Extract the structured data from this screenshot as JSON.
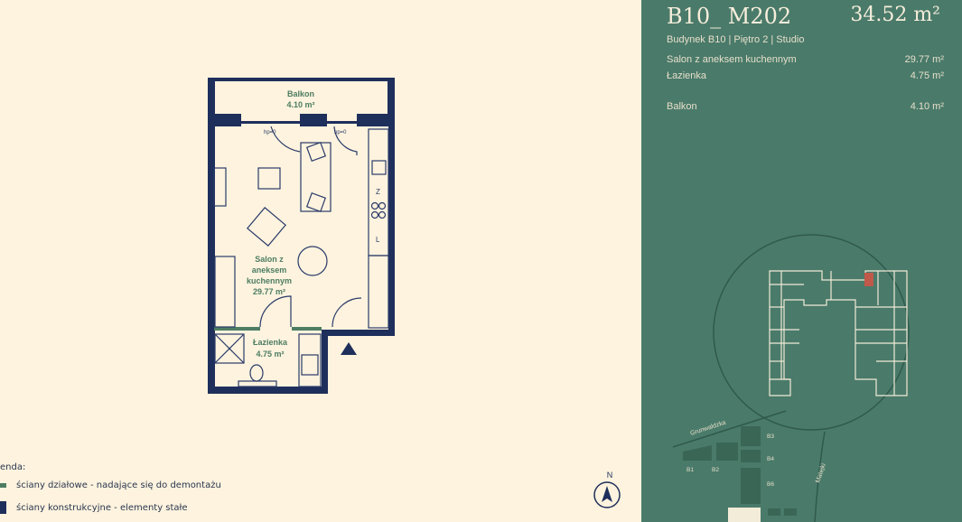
{
  "plan": {
    "rooms": [
      {
        "name": "Balkon",
        "area": "4.10 m²"
      },
      {
        "name": "Salon z",
        "name2": "aneksem",
        "name3": "kuchennym",
        "area": "29.77 m²"
      },
      {
        "name": "Łazienka",
        "area": "4.75 m²"
      }
    ],
    "hp_left": "hp=0",
    "hp_right": "hp=0",
    "compass": "N",
    "appliance_fridge": "Z",
    "appliance_dishwasher": "L"
  },
  "legend": {
    "title": "enda:",
    "items": [
      {
        "label": "ściany działowe - nadające się do demontażu",
        "color": "#4d7d63"
      },
      {
        "label": "ściany konstrukcyjne - elementy stałe",
        "color": "#1f2f5c"
      }
    ]
  },
  "info": {
    "code": "B10_ M202",
    "total_area": "34.52 m²",
    "subtitle": "Budynek B10 | Piętro 2 | Studio",
    "rooms": [
      {
        "name": "Salon z aneksem kuchennym",
        "area": "29.77 m²"
      },
      {
        "name": "Łazienka",
        "area": "4.75 m²"
      },
      {
        "name": "Balkon",
        "area": "4.10 m²"
      }
    ],
    "highlight_color": "#c0594a"
  },
  "site": {
    "streets": [
      "Grunwaldzka",
      "Matejki"
    ],
    "buildings": [
      "B1",
      "B2",
      "B3",
      "B4",
      "B6"
    ]
  },
  "colors": {
    "navy": "#1f2f5c",
    "green": "#4d7d63",
    "panel": "#4a7a6a",
    "cream": "#fdf3de"
  }
}
